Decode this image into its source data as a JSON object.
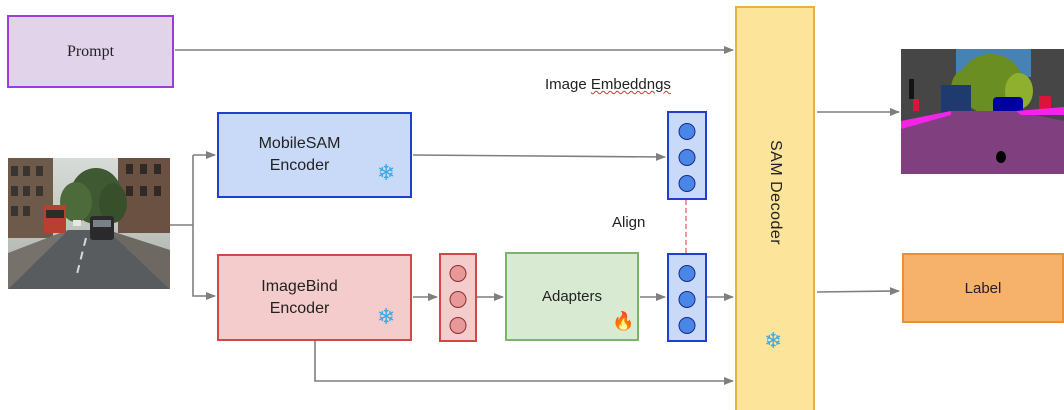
{
  "prompt": {
    "label": "Prompt"
  },
  "mobilesam_encoder": {
    "line1": "MobileSAM",
    "line2": "Encoder",
    "status_icon": "snowflake-icon"
  },
  "imagebind_encoder": {
    "line1": "ImageBind",
    "line2": "Encoder",
    "status_icon": "snowflake-icon"
  },
  "adapters": {
    "label": "Adapters",
    "status_icon": "flame-icon"
  },
  "sam_decoder": {
    "label": "SAM Decoder",
    "status_icon": "snowflake-icon"
  },
  "image_embeddings_label": "Image Embeddngs",
  "align_label": "Align",
  "output_label": {
    "label": "Label"
  },
  "colors": {
    "prompt_fill": "#e0d3ea",
    "prompt_border": "#9d3cd8",
    "blue_fill": "#c9daf8",
    "blue_border": "#1f3fd0",
    "red_fill": "#f4cccc",
    "red_border": "#d04848",
    "green_fill": "#d9ead3",
    "green_border": "#7bb46a",
    "decoder_fill": "#fce49a",
    "decoder_border": "#e8b23a",
    "label_fill": "#f6b26b",
    "label_border": "#e69138",
    "arrow": "#7f7f7f"
  }
}
